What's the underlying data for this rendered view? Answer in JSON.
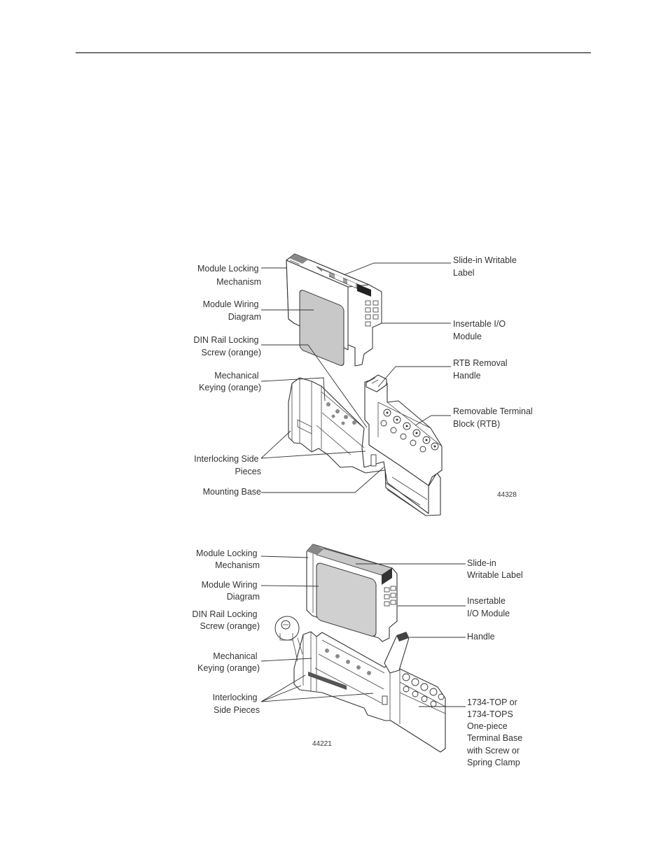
{
  "figure1": {
    "labels_left": [
      [
        "Module Locking",
        "Mechanism"
      ],
      [
        "Module Wiring",
        "Diagram"
      ],
      [
        "DIN Rail Locking",
        "Screw (orange)"
      ],
      [
        "Mechanical",
        "Keying (orange)"
      ],
      [
        "Interlocking Side",
        "Pieces"
      ],
      [
        "Mounting Base"
      ]
    ],
    "labels_right": [
      [
        "Slide-in Writable",
        "Label"
      ],
      [
        "Insertable I/O",
        "Module"
      ],
      [
        "RTB Removal",
        "Handle"
      ],
      [
        "Removable Terminal",
        "Block (RTB)"
      ]
    ],
    "figure_number": "44328"
  },
  "figure2": {
    "labels_left": [
      [
        "Module Locking",
        "Mechanism"
      ],
      [
        "Module Wiring",
        "Diagram"
      ],
      [
        "DIN Rail Locking",
        "Screw (orange)"
      ],
      [
        "Mechanical",
        "Keying (orange)"
      ],
      [
        "Interlocking",
        "Side Pieces"
      ]
    ],
    "labels_right": [
      [
        "Slide-in",
        "Writable Label"
      ],
      [
        "Insertable",
        "I/O Module"
      ],
      [
        "Handle"
      ],
      [
        "1734-TOP or",
        "1734-TOPS",
        "One-piece",
        "Terminal Base",
        "with Screw or",
        "Spring Clamp"
      ]
    ],
    "figure_number": "44221"
  }
}
